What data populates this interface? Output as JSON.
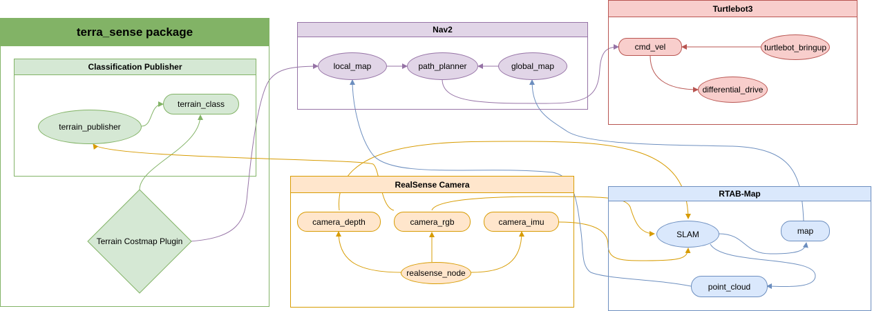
{
  "colors": {
    "green_fill": "#d5e8d4",
    "green_stroke": "#82b366",
    "green_header": "#82b366",
    "purple_fill": "#e1d5e7",
    "purple_stroke": "#9673a6",
    "red_fill": "#f8cecc",
    "red_stroke": "#b85450",
    "orange_fill": "#ffe6cc",
    "orange_stroke": "#d79b00",
    "blue_fill": "#dae8fc",
    "blue_stroke": "#6c8ebf"
  },
  "groups": {
    "terra_sense": "terra_sense package",
    "classification": "Classification Publisher",
    "nav2": "Nav2",
    "turtlebot3": "Turtlebot3",
    "realsense": "RealSense Camera",
    "rtabmap": "RTAB-Map"
  },
  "nodes": {
    "terrain_publisher": "terrain_publisher",
    "terrain_class": "terrain_class",
    "terrain_costmap_plugin": "Terrain Costmap Plugin",
    "local_map": "local_map",
    "path_planner": "path_planner",
    "global_map": "global_map",
    "cmd_vel": "cmd_vel",
    "turtlebot_bringup": "turtlebot_bringup",
    "differential_drive": "differential_drive",
    "camera_depth": "camera_depth",
    "camera_rgb": "camera_rgb",
    "camera_imu": "camera_imu",
    "realsense_node": "realsense_node",
    "slam": "SLAM",
    "map": "map",
    "point_cloud": "point_cloud"
  }
}
